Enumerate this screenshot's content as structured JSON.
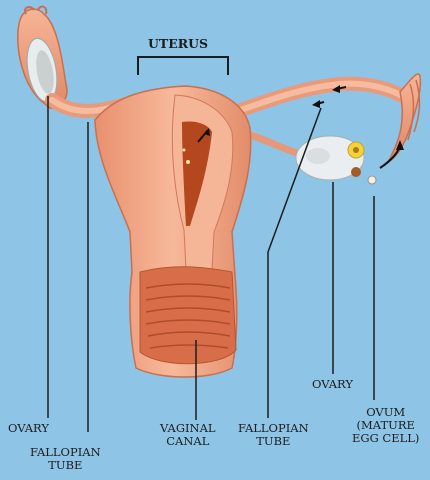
{
  "title": "UTERUS",
  "labels": {
    "ovary_left": "OVARY",
    "fallopian_left_1": "FALLOPIAN",
    "fallopian_left_2": "TUBE",
    "vaginal_1": "VAGINAL",
    "vaginal_2": "CANAL",
    "fallopian_right_1": "FALLOPIAN",
    "fallopian_right_2": "TUBE",
    "ovary_right": "OVARY",
    "ovum_1": "OVUM",
    "ovum_2": "(MATURE",
    "ovum_3": "EGG CELL)"
  },
  "colors": {
    "background": "#8ec4e6",
    "tissue": "#f0a886",
    "tissue_dark": "#d9785a",
    "cavity": "#b5471f",
    "ovary": "#e9eef0",
    "egg": "#f3d23e"
  }
}
